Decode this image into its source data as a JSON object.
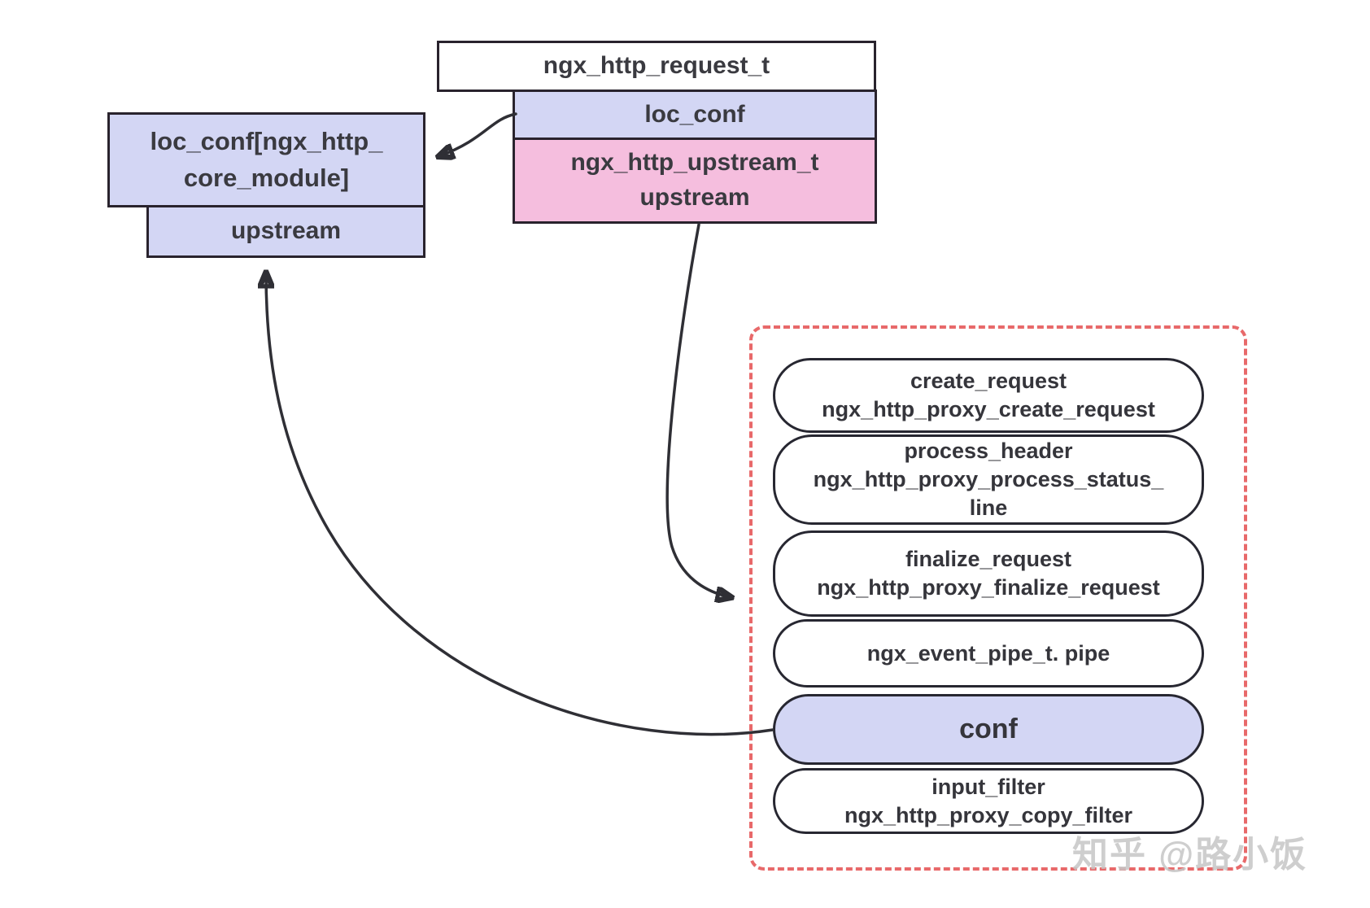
{
  "request_struct": {
    "title": "ngx_http_request_t",
    "field_loc_conf": "loc_conf",
    "field_upstream_line1": "ngx_http_upstream_t",
    "field_upstream_line2": "upstream"
  },
  "core_struct": {
    "title_line1": "loc_conf[ngx_http_",
    "title_line2": "core_module]",
    "field_upstream": "upstream"
  },
  "panel": {
    "items": [
      {
        "lines": [
          "create_request",
          "ngx_http_proxy_create_request"
        ],
        "highlight": false
      },
      {
        "lines": [
          "process_header",
          "ngx_http_proxy_process_status_",
          "line"
        ],
        "highlight": false
      },
      {
        "lines": [
          "finalize_request",
          "ngx_http_proxy_finalize_request"
        ],
        "highlight": false
      },
      {
        "lines": [
          "ngx_event_pipe_t. pipe"
        ],
        "highlight": false
      },
      {
        "lines": [
          "conf"
        ],
        "highlight": true
      },
      {
        "lines": [
          "input_filter",
          "ngx_http_proxy_copy_filter"
        ],
        "highlight": false
      }
    ]
  },
  "watermark": "知乎 @路小饭",
  "colors": {
    "field_lavender": "#d3d6f4",
    "field_pink": "#f5bede",
    "box_border": "#29232d",
    "panel_dashed_red": "#e8696a",
    "arrow": "#2f2f35",
    "watermark_gray": "#c6c6c6"
  }
}
